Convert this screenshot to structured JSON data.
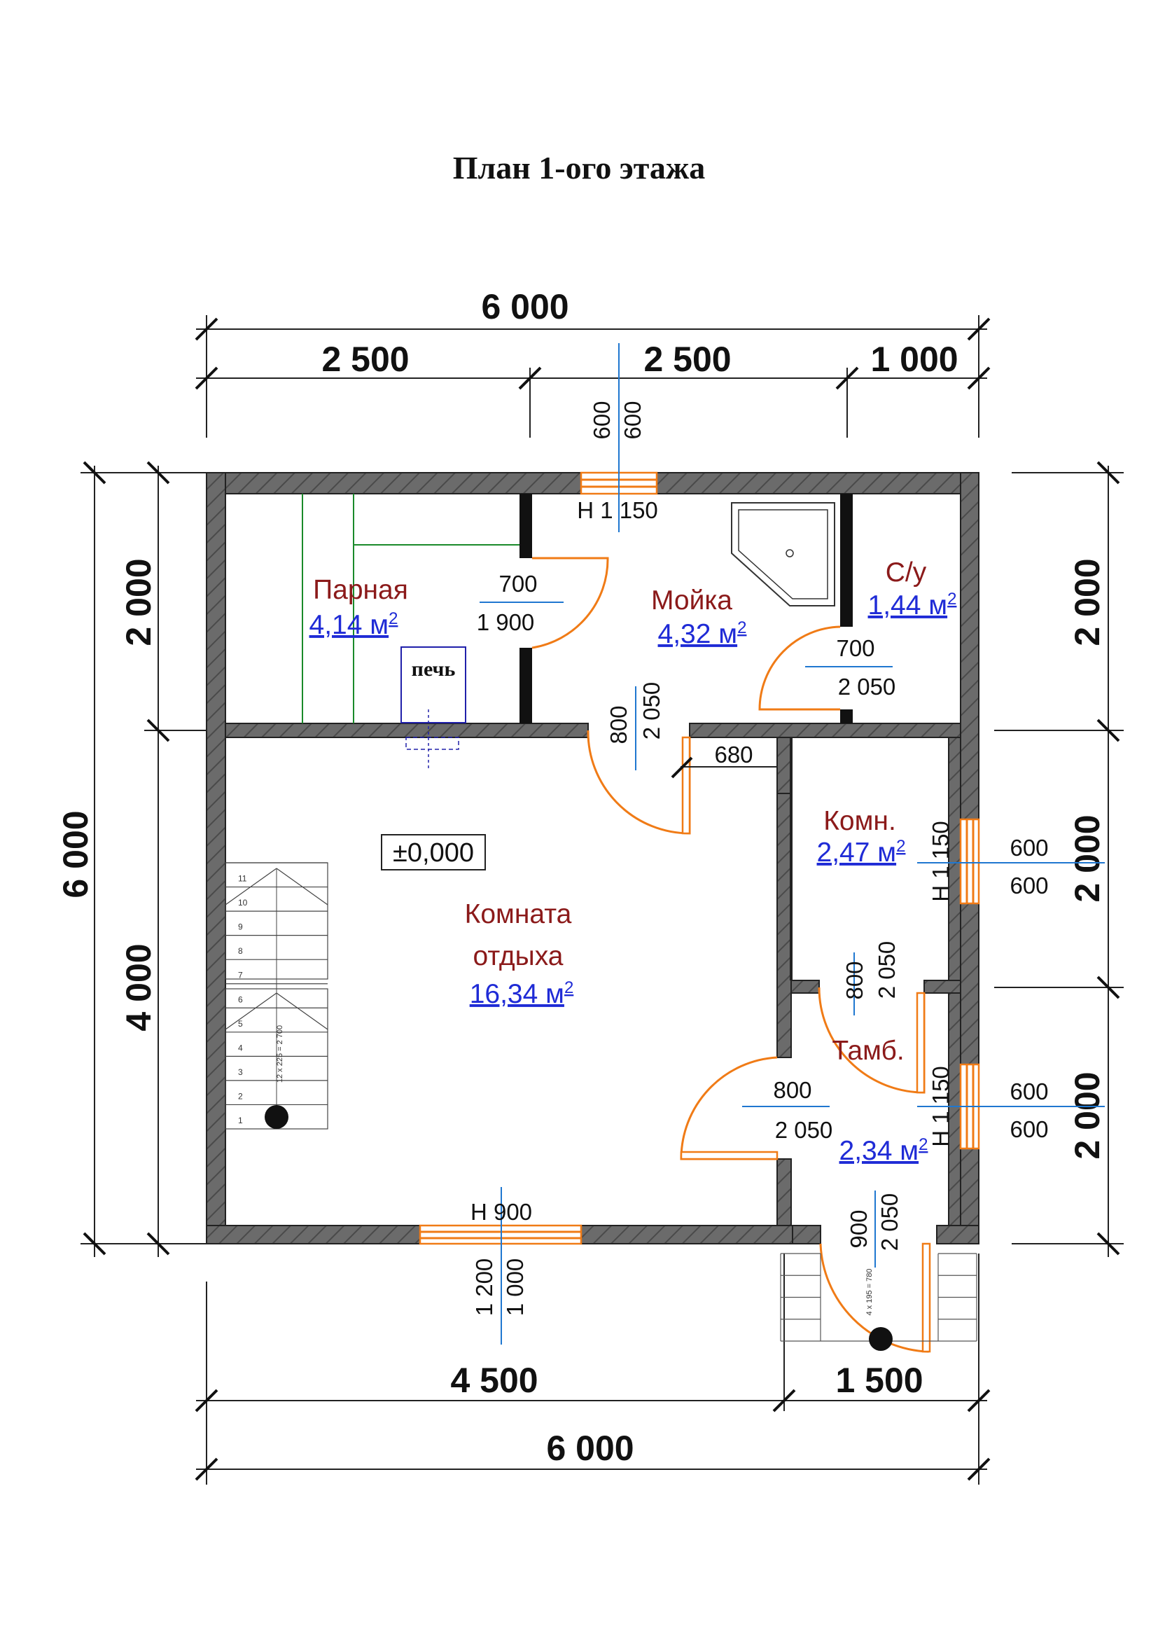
{
  "title": "План 1-ого этажа",
  "dims": {
    "top_total": "6 000",
    "top_seg1": "2 500",
    "top_seg2": "2 500",
    "top_seg3": "1 000",
    "bottom_total": "6 000",
    "bottom_seg1": "4 500",
    "bottom_seg2": "1 500",
    "left_total": "6 000",
    "left_seg1": "2 000",
    "left_seg2": "4 000",
    "right_seg1": "2 000",
    "right_seg2": "2 000",
    "right_seg3": "2 000"
  },
  "rooms": {
    "parnaya": {
      "name": "Парная",
      "area": "4,14 м",
      "sup": "2"
    },
    "moyka": {
      "name": "Мойка",
      "area": "4,32 м",
      "sup": "2"
    },
    "su": {
      "name": "С/у",
      "area": "1,44 м",
      "sup": "2"
    },
    "komn": {
      "name": "Комн.",
      "area": "2,47 м",
      "sup": "2"
    },
    "otdykh": {
      "name_line1": "Комната",
      "name_line2": "отдыха",
      "area": "16,34 м",
      "sup": "2"
    },
    "tamb": {
      "name": "Тамб.",
      "area": "2,34 м",
      "sup": "2"
    }
  },
  "labels": {
    "stove": "печь",
    "level": "±0,000",
    "win_top_w1": "600",
    "win_top_w2": "600",
    "win_top_h": "Н  1 150",
    "door_parnaya_w": "700",
    "door_parnaya_h": "1 900",
    "door_su_w": "700",
    "door_su_h": "2 050",
    "door_moyka_w": "800",
    "door_moyka_h": "2 050",
    "partition_680": "680",
    "win_komn_h": "Н  1 150",
    "win_komn_w1": "600",
    "win_komn_w2": "600",
    "door_komn_w": "800",
    "door_komn_h": "2 050",
    "door_tamb_w": "800",
    "door_tamb_h": "2 050",
    "win_tamb_h": "Н  1 150",
    "win_tamb_w1": "600",
    "win_tamb_w2": "600",
    "win_bottom_h": "Н  900",
    "win_bottom_w1": "1 200",
    "win_bottom_w2": "1 000",
    "entry_door_w": "900",
    "entry_door_h": "2 050",
    "stair_note": "12 x 225 = 2 700",
    "porch_note": "4 x 195 = 780",
    "stair_steps": [
      "1",
      "2",
      "3",
      "4",
      "5",
      "6",
      "7",
      "8",
      "9",
      "10",
      "11"
    ]
  }
}
